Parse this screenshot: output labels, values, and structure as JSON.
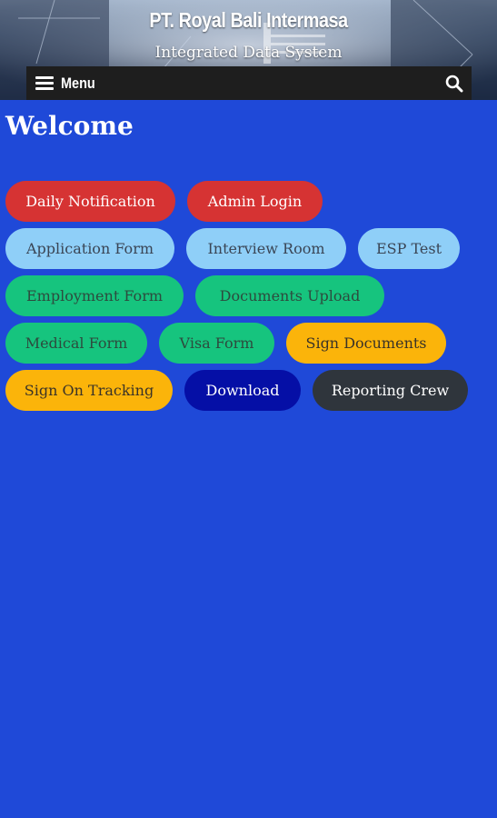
{
  "header": {
    "title": "PT. Royal Bali Intermasa",
    "subtitle": "Integrated Data System"
  },
  "navbar": {
    "menu_label": "Menu",
    "icons": [
      "hamburger-icon",
      "search-icon"
    ]
  },
  "main": {
    "heading": "Welcome",
    "rows": [
      [
        {
          "label": "Daily Notification",
          "color": "#d63333"
        },
        {
          "label": "Admin Login",
          "color": "#d63333"
        }
      ],
      [
        {
          "label": "Application Form",
          "color": "#8fcff8"
        },
        {
          "label": "Interview Room",
          "color": "#8fcff8"
        },
        {
          "label": "ESP Test",
          "color": "#8fcff8"
        }
      ],
      [
        {
          "label": "Employment Form",
          "color": "#16c47e"
        },
        {
          "label": "Documents Upload",
          "color": "#16c47e"
        }
      ],
      [
        {
          "label": "Medical Form",
          "color": "#16c47e"
        },
        {
          "label": "Visa Form",
          "color": "#16c47e"
        },
        {
          "label": "Sign Documents",
          "color": "#fbb40a"
        }
      ],
      [
        {
          "label": "Sign On Tracking",
          "color": "#fbb40a"
        },
        {
          "label": "Download",
          "color": "#050fa6"
        },
        {
          "label": "Reporting Crew",
          "color": "#2f353c"
        }
      ]
    ]
  },
  "colors": {
    "page_background": "#1f49d8",
    "navbar_background": "#1e1e1e"
  }
}
